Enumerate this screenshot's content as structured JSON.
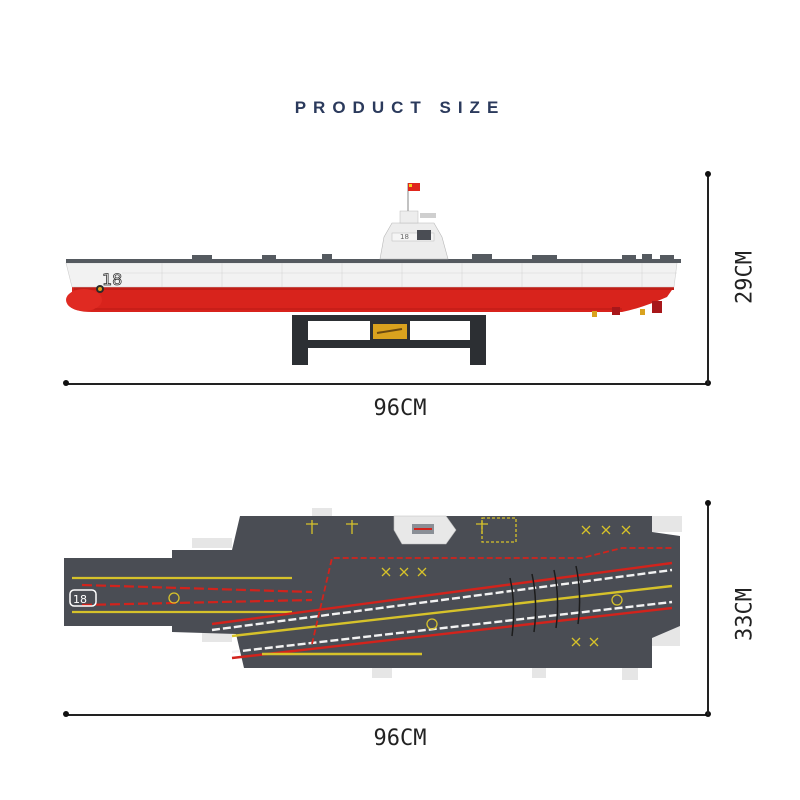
{
  "header": {
    "title": "PRODUCT SIZE"
  },
  "side_view": {
    "hull_number": "18",
    "length_label": "96CM",
    "height_label": "29CM",
    "colors": {
      "hull_red": "#d8231c",
      "superstructure": "#eeeeee",
      "deck_edge": "#555a60",
      "stand": "#2c2f33",
      "plaque": "#d9a21e",
      "flag": "#e0261d"
    }
  },
  "top_view": {
    "deck_number": "18",
    "length_label": "96CM",
    "width_label": "33CM",
    "colors": {
      "deck": "#4a4d54",
      "red_line": "#d2231c",
      "white_line": "#f2f2f2",
      "yellow_line": "#d6c22a",
      "island": "#e8e8e8"
    }
  }
}
